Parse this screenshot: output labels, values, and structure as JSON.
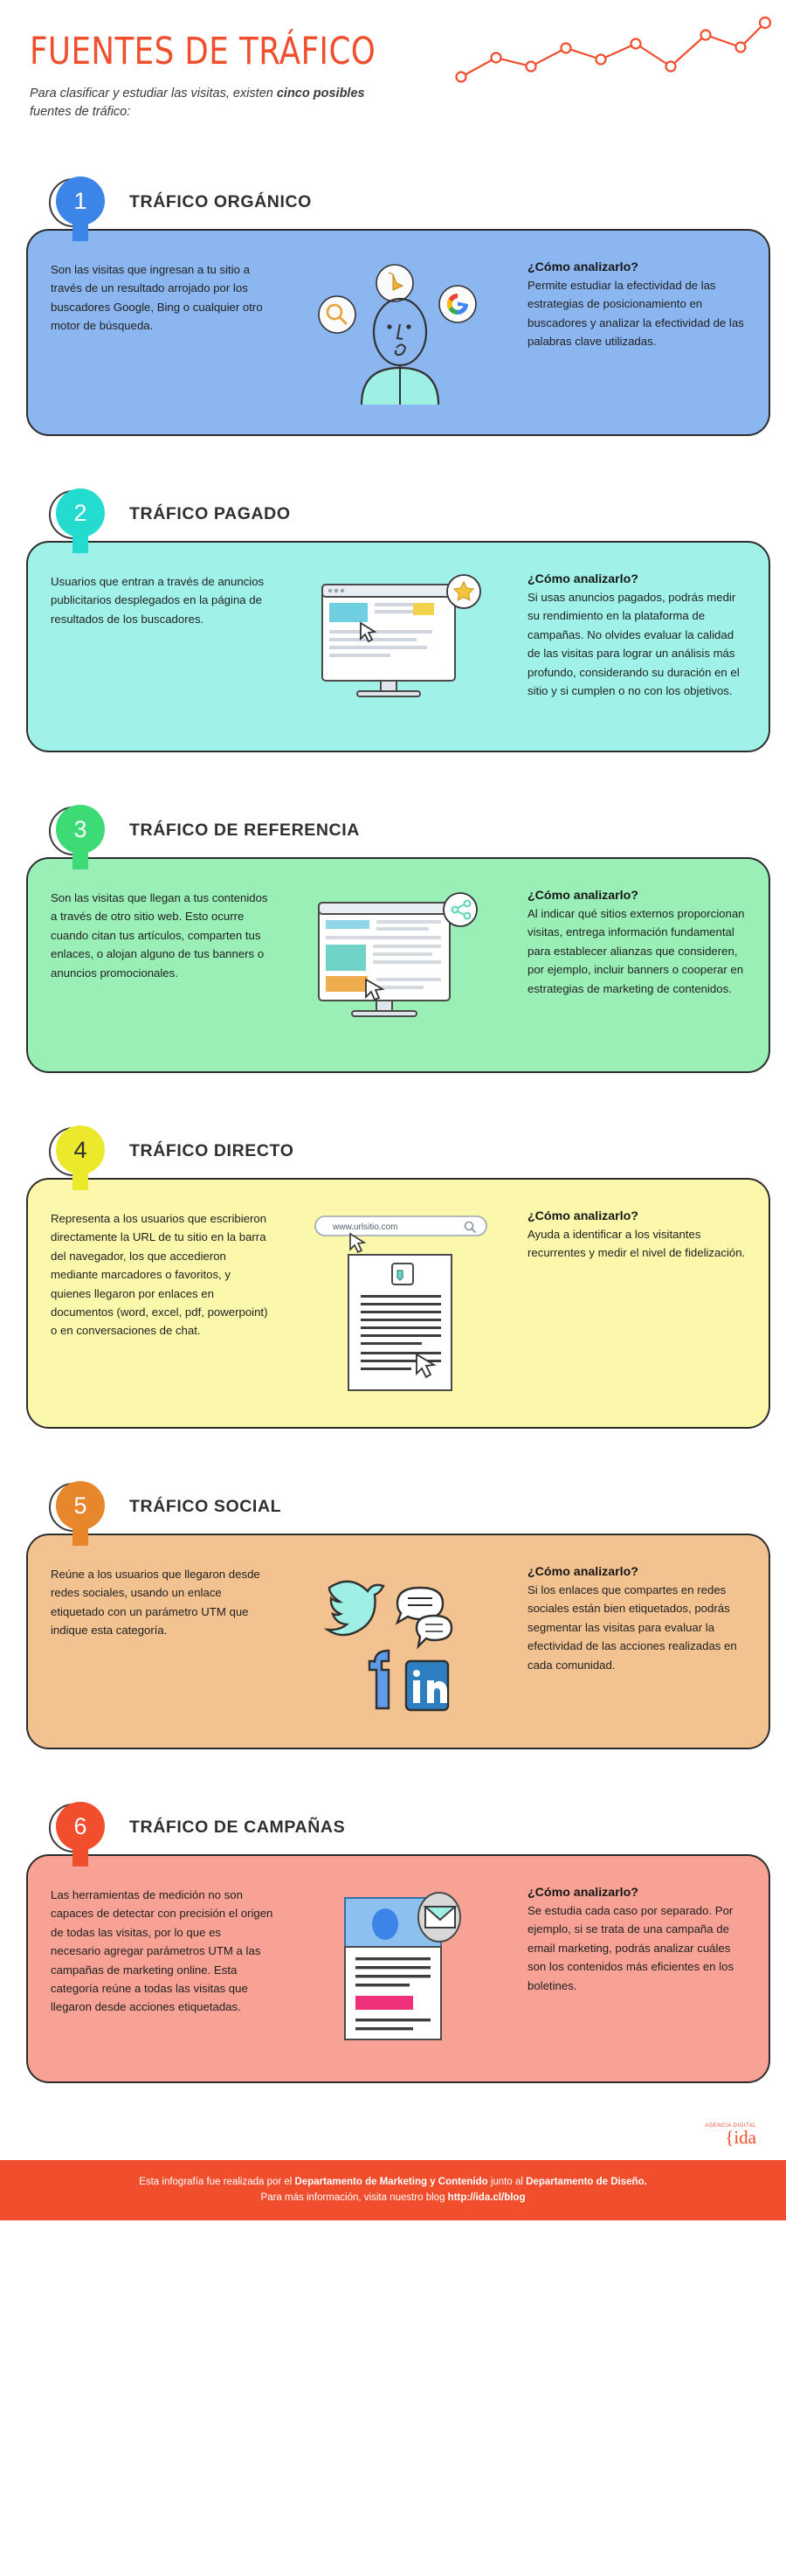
{
  "header": {
    "title": "FUENTES DE TRÁFICO",
    "subtitle_part1": "Para clasificar y estudiar las visitas, existen ",
    "subtitle_bold": "cinco posibles",
    "subtitle_part2": " fuentes de tráfico:",
    "accent_color": "#f04e2d"
  },
  "chart_data": {
    "type": "line",
    "title": "",
    "x": [
      0,
      1,
      2,
      3,
      4,
      5,
      6,
      7,
      8
    ],
    "values": [
      22,
      52,
      42,
      62,
      48,
      66,
      40,
      74,
      70,
      90
    ],
    "series": [
      {
        "name": "tráfico",
        "values": [
          22,
          52,
          42,
          62,
          48,
          66,
          40,
          74,
          70,
          90
        ]
      }
    ],
    "xlabel": "",
    "ylabel": "",
    "grid": false,
    "legend": "none",
    "marker": "open-circle",
    "line_color": "#f04e2d"
  },
  "sections": [
    {
      "number": "1",
      "title": "TRÁFICO ORGÁNICO",
      "color": "#3b85e8",
      "bg": "#8cb6ef",
      "description": "Son las visitas que ingresan a tu sitio a través de un resultado arrojado por los buscadores Google, Bing o cualquier otro motor de búsqueda.",
      "ask_title": "¿Cómo analizarlo?",
      "ask_text": "Permite estudiar la efectividad de las estrategias de posicionamiento en buscadores y analizar la efectividad de las palabras clave utilizadas.",
      "illustration": "person-with-search-engine-icons"
    },
    {
      "number": "2",
      "title": "TRÁFICO PAGADO",
      "color": "#24dbd0",
      "bg": "#a0f2e8",
      "description": "Usuarios que entran a través de anuncios publicitarios desplegados en la página de resultados de los buscadores.",
      "ask_title": "¿Cómo analizarlo?",
      "ask_text": "Si usas anuncios pagados, podrás medir su rendimiento en la plataforma de campañas. No olvides evaluar la calidad de las visitas para lograr un análisis más profundo, considerando su duración en el sitio y si cumplen o no con los objetivos.",
      "illustration": "browser-window-with-star"
    },
    {
      "number": "3",
      "title": "TRÁFICO DE REFERENCIA",
      "color": "#3ddb76",
      "bg": "#9aefb7",
      "description": "Son las visitas que llegan a tus contenidos a través de otro sitio web. Esto ocurre cuando citan tus artículos, comparten tus enlaces, o alojan alguno de tus banners o anuncios promocionales.",
      "ask_title": "¿Cómo analizarlo?",
      "ask_text": "Al indicar qué sitios externos proporcionan visitas, entrega información fundamental para establecer alianzas que consideren, por ejemplo, incluir banners o cooperar en estrategias de marketing de contenidos.",
      "illustration": "browser-window-with-share-icon"
    },
    {
      "number": "4",
      "title": "TRÁFICO DIRECTO",
      "color": "#ece92c",
      "bg": "#fbf7ab",
      "description": "Representa a los usuarios que escribieron directamente la URL de tu sitio en la barra del navegador, los que accedieron mediante marcadores o favoritos, y quienes llegaron por enlaces en documentos (word, excel, pdf, powerpoint) o en conversaciones de chat.",
      "ask_title": "¿Cómo analizarlo?",
      "ask_text": "Ayuda a identificar a los visitantes recurrentes y medir el nivel de fidelización.",
      "illustration": "address-bar-and-document",
      "url_value": "www.urlsitio.com"
    },
    {
      "number": "5",
      "title": "TRÁFICO SOCIAL",
      "color": "#e8862b",
      "bg": "#f3c291",
      "description": "Reúne a los usuarios que llegaron desde redes sociales, usando un enlace etiquetado con un parámetro UTM que indique esta categoría.",
      "ask_title": "¿Cómo analizarlo?",
      "ask_text": "Si los enlaces que compartes en redes sociales están bien etiquetados, podrás segmentar las visitas para evaluar la efectividad de las acciones realizadas en cada comunidad.",
      "illustration": "social-network-logos"
    },
    {
      "number": "6",
      "title": "TRÁFICO DE CAMPAÑAS",
      "color": "#f04e2d",
      "bg": "#f7a294",
      "description": "Las herramientas de medición no son capaces de detectar con precisión el origen de todas las visitas, por lo que es necesario agregar parámetros UTM a las campañas de marketing online. Esta categoría reúne a todas las visitas que llegaron desde acciones etiquetadas.",
      "ask_title": "¿Cómo analizarlo?",
      "ask_text": "Se estudia cada caso por separado. Por ejemplo, si se trata de una campaña de email marketing, podrás analizar cuáles son los contenidos más eficientes en los boletines.",
      "illustration": "newsletter-with-envelope"
    }
  ],
  "brand": {
    "tagline": "AGENCIA DIGITAL",
    "logo": "{ida"
  },
  "footer": {
    "line1_a": "Esta infografía fue realizada por el ",
    "line1_b": "Departamento de Marketing y Contenido",
    "line1_c": " junto al ",
    "line1_d": "Departamento de Diseño.",
    "line2_a": "Para más información, visita nuestro blog ",
    "line2_b": "http://ida.cl/blog",
    "bg_color": "#f04e2d"
  }
}
